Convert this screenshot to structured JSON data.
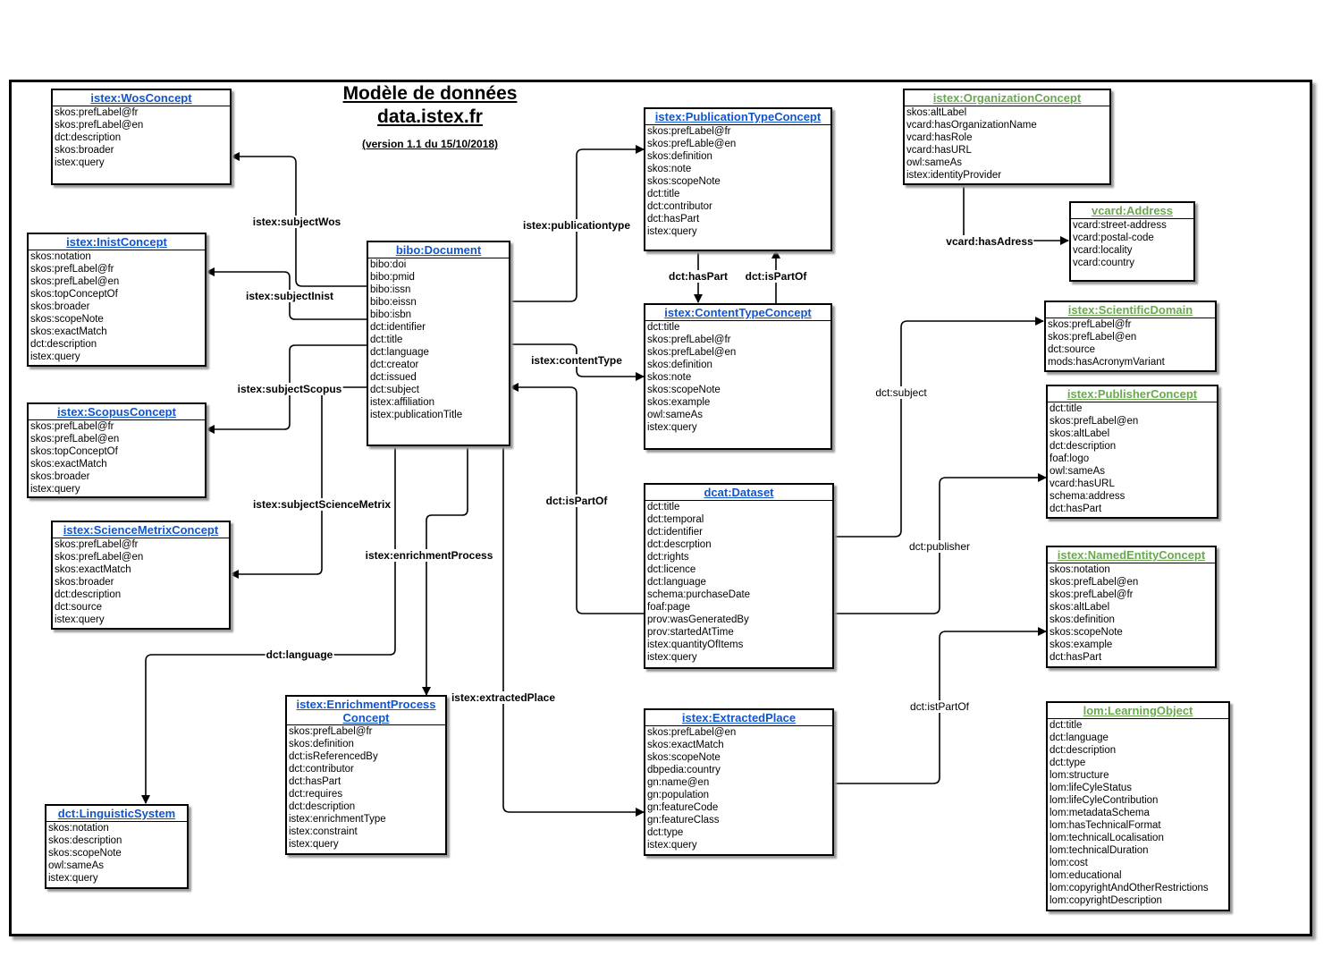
{
  "title": {
    "line1": "Modèle de données",
    "line2": "data.istex.fr",
    "version": "(version 1.1 du 15/10/2018)"
  },
  "colors": {
    "link_blue": "#1155cc",
    "link_green": "#6aa84f",
    "line": "#000000"
  },
  "entities": [
    {
      "id": "wos",
      "title": "istex:WosConcept",
      "color": "blue",
      "attributes": [
        "skos:prefLabel@fr",
        "skos:prefLabel@en",
        "dct:description",
        "skos:broader",
        "istex:query"
      ]
    },
    {
      "id": "inist",
      "title": "istex:InistConcept",
      "color": "blue",
      "attributes": [
        "skos:notation",
        "skos:prefLabel@fr",
        "skos:prefLabel@en",
        "skos:topConceptOf",
        "skos:broader",
        "skos:scopeNote",
        "skos:exactMatch",
        "dct:description",
        "istex:query"
      ]
    },
    {
      "id": "scopus",
      "title": "istex:ScopusConcept",
      "color": "blue",
      "attributes": [
        "skos:prefLabel@fr",
        "skos:prefLabel@en",
        "skos:topConceptOf",
        "skos:exactMatch",
        "skos:broader",
        "istex:query"
      ]
    },
    {
      "id": "sciencemetrix",
      "title": "istex:ScienceMetrixConcept",
      "color": "blue",
      "attributes": [
        "skos:prefLabel@fr",
        "skos:prefLabel@en",
        "skos:exactMatch",
        "skos:broader",
        "dct:description",
        "dct:source",
        "istex:query"
      ]
    },
    {
      "id": "linguistic",
      "title": "dct:LinguisticSystem",
      "color": "blue",
      "attributes": [
        "skos:notation",
        "skos:description",
        "skos:scopeNote",
        "owl:sameAs",
        "istex:query"
      ]
    },
    {
      "id": "document",
      "title": "bibo:Document",
      "color": "blue",
      "attributes": [
        "bibo:doi",
        "bibo:pmid",
        "bibo:issn",
        "bibo:eissn",
        "bibo:isbn",
        "dct:identifier",
        "dct:title",
        "dct:language",
        "dct:creator",
        "dct:issued",
        "dct:subject",
        "istex:affiliation",
        "istex:publicationTitle"
      ]
    },
    {
      "id": "enrichment",
      "title": "istex:EnrichmentProcess Concept",
      "color": "blue",
      "attributes": [
        "skos:prefLabel@fr",
        "skos:definition",
        "dct:isReferencedBy",
        "dct:contributor",
        "dct:hasPart",
        "dct:requires",
        "dct:description",
        "istex:enrichmentType",
        "istex:constraint",
        "istex:query"
      ]
    },
    {
      "id": "pubtype",
      "title": "istex:PublicationTypeConcept",
      "color": "blue",
      "attributes": [
        "skos:prefLabel@fr",
        "skos:prefLable@en",
        "skos:definition",
        "skos:note",
        "skos:scopeNote",
        "dct:title",
        "dct:contributor",
        "dct:hasPart",
        "istex:query"
      ]
    },
    {
      "id": "contenttype",
      "title": "istex:ContentTypeConcept",
      "color": "blue",
      "attributes": [
        "dct:title",
        "skos:prefLabel@fr",
        "skos:prefLabel@en",
        "skos:definition",
        "skos:note",
        "skos:scopeNote",
        "skos:example",
        "owl:sameAs",
        "istex:query"
      ]
    },
    {
      "id": "dataset",
      "title": "dcat:Dataset",
      "color": "blue",
      "attributes": [
        "dct:title",
        "dct:temporal",
        "dct:identifier",
        "dct:descrption",
        "dct:rights",
        "dct:licence",
        "dct:language",
        "schema:purchaseDate",
        "foaf:page",
        "prov:wasGeneratedBy",
        "prov:startedAtTime",
        "istex:quantityOfItems",
        "istex:query"
      ]
    },
    {
      "id": "extracted",
      "title": "istex:ExtractedPlace",
      "color": "blue",
      "attributes": [
        "skos:prefLabel@en",
        "skos:exactMatch",
        "skos:scopeNote",
        "dbpedia:country",
        "gn:name@en",
        "gn:population",
        "gn:featureCode",
        "gn:featureClass",
        "dct:type",
        "istex:query"
      ]
    },
    {
      "id": "organization",
      "title": "istex:OrganizationConcept",
      "color": "green",
      "attributes": [
        "skos:altLabel",
        "vcard:hasOrganizationName",
        "vcard:hasRole",
        "vcard:hasURL",
        "owl:sameAs",
        "istex:identityProvider"
      ]
    },
    {
      "id": "address",
      "title": "vcard:Address",
      "color": "green",
      "attributes": [
        "vcard:street-address",
        "vcard:postal-code",
        "vcard:locality",
        "vcard:country"
      ]
    },
    {
      "id": "scidomain",
      "title": "istex:ScientificDomain",
      "color": "green",
      "attributes": [
        "skos:prefLabel@fr",
        "skos:prefLabel@en",
        "dct:source",
        "mods:hasAcronymVariant"
      ]
    },
    {
      "id": "publisher",
      "title": "istex:PublisherConcept",
      "color": "green",
      "attributes": [
        "dct:title",
        "skos:prefLabel@en",
        "skos:altLabel",
        "dct:description",
        "foaf:logo",
        "owl:sameAs",
        "vcard:hasURL",
        "schema:address",
        "dct:hasPart"
      ]
    },
    {
      "id": "namedentity",
      "title": "istex:NamedEntityConcept",
      "color": "green",
      "attributes": [
        "skos:notation",
        "skos:prefLabel@en",
        "skos:prefLabel@fr",
        "skos:altLabel",
        "skos:definition",
        "skos:scopeNote",
        "skos:example",
        "dct:hasPart"
      ]
    },
    {
      "id": "learning",
      "title": "lom:LearningObject",
      "color": "green",
      "attributes": [
        "dct:title",
        "dct:language",
        "dct:description",
        "dct:type",
        "lom:structure",
        "lom:lifeCyleStatus",
        "lom:lifeCyleContribution",
        "lom:metadataSchema",
        "lom:hasTechnicalFormat",
        "lom:technicalLocalisation",
        "lom:technicalDuration",
        "lom:cost",
        "lom:educational",
        "lom:copyrightAndOtherRestrictions",
        "lom:copyrightDescription"
      ]
    }
  ],
  "relations": [
    {
      "id": "subjectWos",
      "label": "istex:subjectWos",
      "from": "document",
      "to": "wos"
    },
    {
      "id": "subjectInist",
      "label": "istex:subjectInist",
      "from": "document",
      "to": "inist"
    },
    {
      "id": "subjectScopus",
      "label": "istex:subjectScopus",
      "from": "document",
      "to": "scopus"
    },
    {
      "id": "subjectScienceMetrix",
      "label": "istex:subjectScienceMetrix",
      "from": "document",
      "to": "sciencemetrix"
    },
    {
      "id": "language",
      "label": "dct:language",
      "from": "document",
      "to": "linguistic"
    },
    {
      "id": "enrichmentProcess",
      "label": "istex:enrichmentProcess",
      "from": "document",
      "to": "enrichment"
    },
    {
      "id": "extractedPlace",
      "label": "istex:extractedPlace",
      "from": "document",
      "to": "extracted"
    },
    {
      "id": "publicationtype",
      "label": "istex:publicationtype",
      "from": "document",
      "to": "pubtype"
    },
    {
      "id": "contentType",
      "label": "istex:contentType",
      "from": "document",
      "to": "contenttype"
    },
    {
      "id": "hasPart",
      "label": "dct:hasPart",
      "from": "pubtype",
      "to": "contenttype"
    },
    {
      "id": "isPartOf1",
      "label": "dct:isPartOf",
      "from": "contenttype",
      "to": "pubtype"
    },
    {
      "id": "isPartOf2",
      "label": "dct:isPartOf",
      "from": "dataset",
      "to": "document"
    },
    {
      "id": "hasAdress",
      "label": "vcard:hasAdress",
      "from": "organization",
      "to": "address"
    },
    {
      "id": "subject",
      "label": "dct:subject",
      "from": "dataset",
      "to": "scidomain"
    },
    {
      "id": "publisherRel",
      "label": "dct:publisher",
      "from": "dataset",
      "to": "publisher"
    },
    {
      "id": "istPartOf",
      "label": "dct:istPartOf",
      "from": "extracted",
      "to": "namedentity"
    }
  ]
}
